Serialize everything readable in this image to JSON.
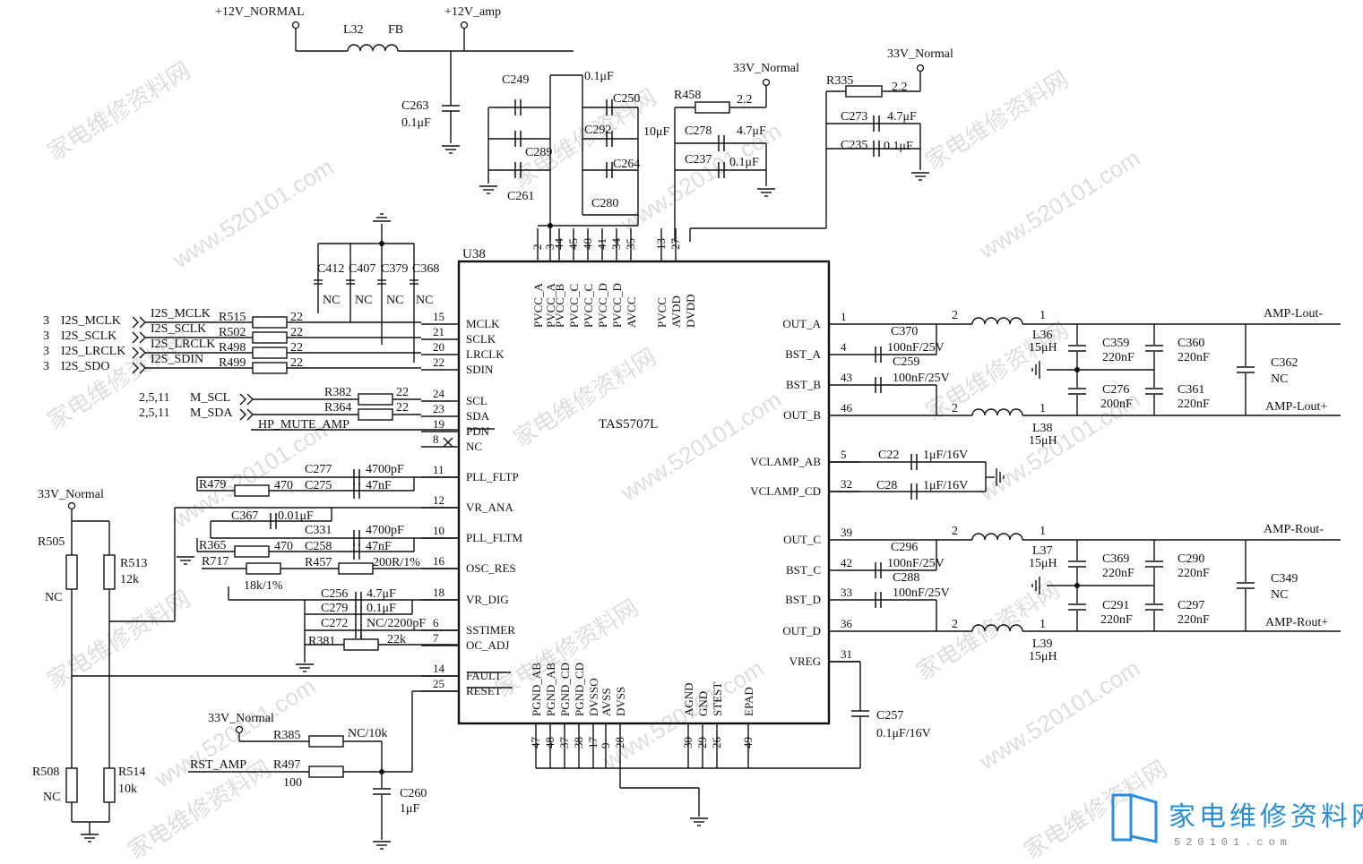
{
  "chip": {
    "ref": "U38",
    "part": "TAS5707L",
    "top_pins": [
      {
        "num": "2",
        "name": "PVCC_A"
      },
      {
        "num": "3",
        "name": "PVCC_A"
      },
      {
        "num": "44",
        "name": "PVCC_B"
      },
      {
        "num": "45",
        "name": "PVCC_C"
      },
      {
        "num": "40",
        "name": "PVCC_C"
      },
      {
        "num": "41",
        "name": "PVCC_D"
      },
      {
        "num": "34",
        "name": "PVCC_D"
      },
      {
        "num": "35",
        "name": "AVCC"
      },
      {
        "num": "13",
        "name": "PVCC"
      },
      {
        "num": "27",
        "name": "AVDD"
      },
      {
        "name": "DVDD"
      }
    ],
    "left_pins": [
      {
        "num": "15",
        "name": "MCLK"
      },
      {
        "num": "21",
        "name": "SCLK"
      },
      {
        "num": "20",
        "name": "LRCLK"
      },
      {
        "num": "22",
        "name": "SDIN"
      },
      {
        "num": "24",
        "name": "SCL"
      },
      {
        "num": "23",
        "name": "SDA"
      },
      {
        "num": "19",
        "name": "PDN"
      },
      {
        "num": "8",
        "name": "NC"
      },
      {
        "num": "11",
        "name": "PLL_FLTP"
      },
      {
        "num": "12",
        "name": "VR_ANA"
      },
      {
        "num": "10",
        "name": "PLL_FLTM"
      },
      {
        "num": "16",
        "name": "OSC_RES"
      },
      {
        "num": "18",
        "name": "VR_DIG"
      },
      {
        "num": "6",
        "name": "SSTIMER"
      },
      {
        "num": "7",
        "name": "OC_ADJ"
      },
      {
        "num": "14",
        "name": "FAULT"
      },
      {
        "num": "25",
        "name": "RESET"
      }
    ],
    "right_pins": [
      {
        "num": "1",
        "name": "OUT_A"
      },
      {
        "num": "4",
        "name": "BST_A"
      },
      {
        "num": "43",
        "name": "BST_B"
      },
      {
        "num": "46",
        "name": "OUT_B"
      },
      {
        "num": "5",
        "name": "VCLAMP_AB"
      },
      {
        "num": "32",
        "name": "VCLAMP_CD"
      },
      {
        "num": "39",
        "name": "OUT_C"
      },
      {
        "num": "42",
        "name": "BST_C"
      },
      {
        "num": "33",
        "name": "BST_D"
      },
      {
        "num": "36",
        "name": "OUT_D"
      },
      {
        "num": "31",
        "name": "VREG"
      }
    ],
    "bottom_pins": [
      {
        "num": "47",
        "name": "PGND_AB"
      },
      {
        "num": "48",
        "name": "PGND_AB"
      },
      {
        "num": "37",
        "name": "PGND_CD"
      },
      {
        "num": "38",
        "name": "PGND_CD"
      },
      {
        "num": "17",
        "name": "DVSSO"
      },
      {
        "num": "9",
        "name": "AVSS"
      },
      {
        "num": "28",
        "name": "DVSS"
      },
      {
        "num": "30",
        "name": "AGND"
      },
      {
        "num": "29",
        "name": "GND"
      },
      {
        "num": "26",
        "name": "STEST"
      },
      {
        "num": "49",
        "name": "EPAD"
      }
    ]
  },
  "rails": {
    "v12_normal": "+12V_NORMAL",
    "v12_amp": "+12V_amp",
    "v33_a": "33V_Normal",
    "v33_b": "33V_Normal",
    "v33_c": "33V_Normal",
    "v33_d": "33V_Normal"
  },
  "supply_parts": {
    "L32": "L32",
    "FB": "FB",
    "C263": "C263",
    "C263_val": "0.1μF",
    "C249": "C249",
    "C289": "C289",
    "C261": "C261",
    "C250": "C250",
    "C292": "C292",
    "C264": "C264",
    "C280": "C280",
    "v_01": "0.1μF",
    "v_10": "10μF",
    "R458": "R458",
    "R458_val": "2.2",
    "C278": "C278",
    "C278_val": "4.7μF",
    "C237": "C237",
    "C237_val": "0.1μF",
    "R335": "R335",
    "R335_val": "2.2",
    "C273": "C273",
    "C273_val": "4.7μF",
    "C235": "C235",
    "C235_val": "0.1μF"
  },
  "nc_caps": {
    "labels": [
      "C412",
      "C407",
      "C379",
      "C368"
    ],
    "value": "NC"
  },
  "i2s": [
    {
      "sheet": "3",
      "net": "I2S_MCLK",
      "net2": "I2S_MCLK",
      "res": "R515",
      "val": "22"
    },
    {
      "sheet": "3",
      "net": "I2S_SCLK",
      "net2": "I2S_SCLK",
      "res": "R502",
      "val": "22"
    },
    {
      "sheet": "3",
      "net": "I2S_LRCLK",
      "net2": "I2S_LRCLK",
      "res": "R498",
      "val": "22"
    },
    {
      "sheet": "3",
      "net": "I2S_SDO",
      "net2": "I2S_SDIN",
      "res": "R499",
      "val": "22"
    }
  ],
  "i2c": [
    {
      "sheet": "2,5,11",
      "net": "M_SCL",
      "res": "R382",
      "val": "22"
    },
    {
      "sheet": "2,5,11",
      "net": "M_SDA",
      "res": "R364",
      "val": "22"
    }
  ],
  "hp_mute": "HP_MUTE_AMP",
  "left_parts": {
    "C277": "C277",
    "C277_val": "4700pF",
    "R479": "R479",
    "R479_val": "470",
    "C275": "C275",
    "C275_val": "47nF",
    "C367": "C367",
    "C367_val": "0.01μF",
    "C331": "C331",
    "C331_val": "4700pF",
    "R365": "R365",
    "R365_val": "470",
    "C258": "C258",
    "C258_val": "47nF",
    "R717": "R717",
    "R717_val": "18k/1%",
    "R457": "R457",
    "R457_val": "200R/1%",
    "C256": "C256",
    "C256_val": "4.7μF",
    "C279": "C279",
    "C279_val": "0.1μF",
    "C272": "C272",
    "C272_val": "NC/2200pF",
    "R381": "R381",
    "R381_val": "22k",
    "R505": "R505",
    "R505_val": "NC",
    "R513": "R513",
    "R513_val": "12k",
    "R508": "R508",
    "R508_val": "NC",
    "R514": "R514",
    "R514_val": "10k",
    "R385": "R385",
    "R385_val": "NC/10k",
    "R497": "R497",
    "R497_val": "100",
    "rst": "RST_AMP",
    "C260": "C260",
    "C260_val": "1μF"
  },
  "right_parts": {
    "C370": "C370",
    "C370_val": "100nF/25V",
    "C259": "C259",
    "C259_val": "100nF/25V",
    "L36": "L36",
    "L36_val": "15μH",
    "L38": "L38",
    "L38_val": "15μH",
    "C359": "C359",
    "C359_val": "220nF",
    "C360": "C360",
    "C360_val": "220nF",
    "C276": "C276",
    "C276_val": "200nF",
    "C361": "C361",
    "C361_val": "220nF",
    "C362": "C362",
    "C362_val": "NC",
    "lout_m": "AMP-Lout-",
    "lout_p": "AMP-Lout+",
    "C22": "C22",
    "C22_val": "1μF/16V",
    "C28": "C28",
    "C28_val": "1μF/16V",
    "C296": "C296",
    "C296_val": "100nF/25V",
    "C288": "C288",
    "C288_val": "100nF/25V",
    "L37": "L37",
    "L37_val": "15μH",
    "L39": "L39",
    "L39_val": "15μH",
    "C369": "C369",
    "C369_val": "220nF",
    "C290": "C290",
    "C290_val": "220nF",
    "C291": "C291",
    "C291_val": "220nF",
    "C297": "C297",
    "C297_val": "220nF",
    "C349": "C349",
    "C349_val": "NC",
    "rout_m": "AMP-Rout-",
    "rout_p": "AMP-Rout+",
    "C257": "C257",
    "C257_val": "0.1μF/16V",
    "n1": "1",
    "n2": "2"
  },
  "watermark": {
    "url": "www.520101.com",
    "cn": "家电维修资料网",
    "logo": "家电维修资料网",
    "logo_sub": "520101.com"
  }
}
